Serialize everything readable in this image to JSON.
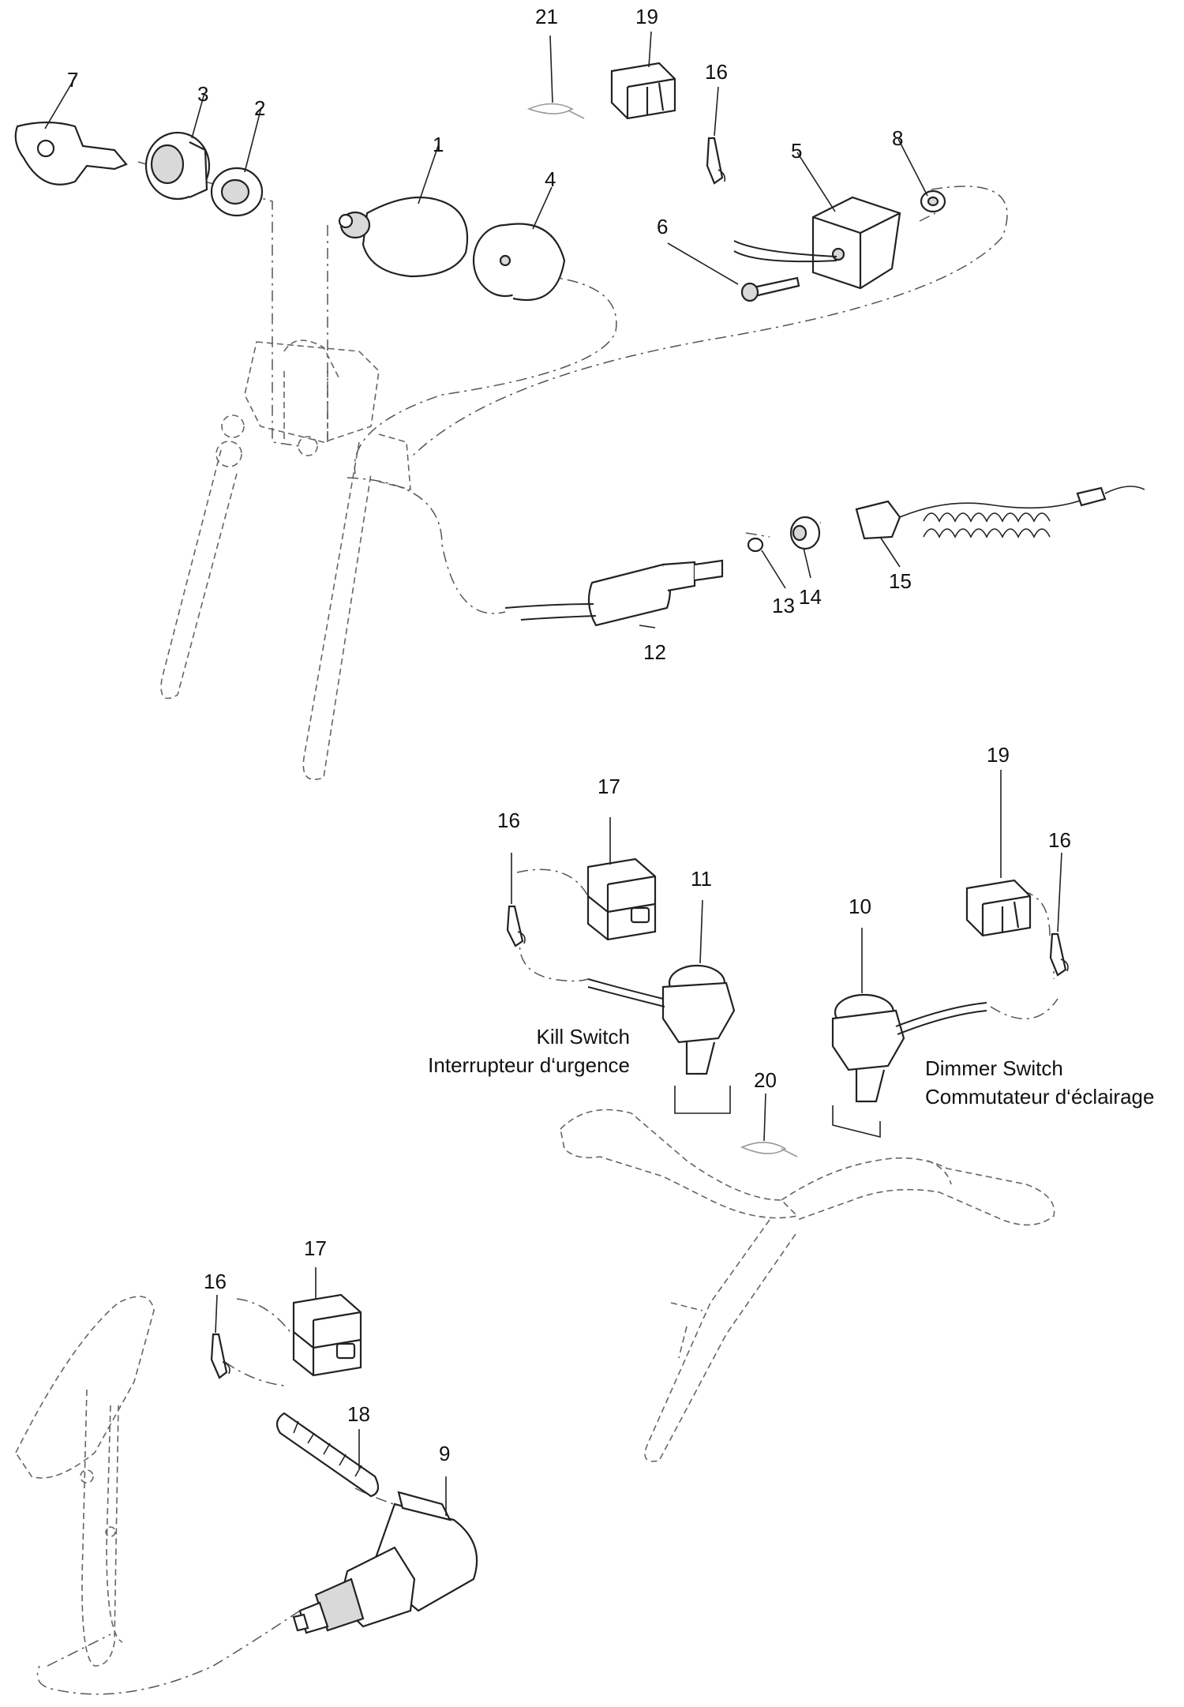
{
  "callouts": {
    "c1": "1",
    "c2": "2",
    "c3": "3",
    "c4": "4",
    "c5": "5",
    "c6": "6",
    "c7": "7",
    "c8": "8",
    "c12": "12",
    "c13": "13",
    "c14": "14",
    "c15": "15",
    "c16a": "16",
    "c19a": "19",
    "c21": "21",
    "c16b": "16",
    "c17a": "17",
    "c11": "11",
    "c10": "10",
    "c19b": "19",
    "c16c": "16",
    "c20": "20",
    "c16d": "16",
    "c17b": "17",
    "c18": "18",
    "c9": "9"
  },
  "captions": {
    "kill_en": "Kill Switch",
    "kill_fr": "Interrupteur d‘urgence",
    "dimmer_en": "Dimmer Switch",
    "dimmer_fr": "Commutateur d‘éclairage"
  },
  "colors": {
    "ink": "#222222",
    "phantom": "#666666",
    "background": "#ffffff"
  }
}
